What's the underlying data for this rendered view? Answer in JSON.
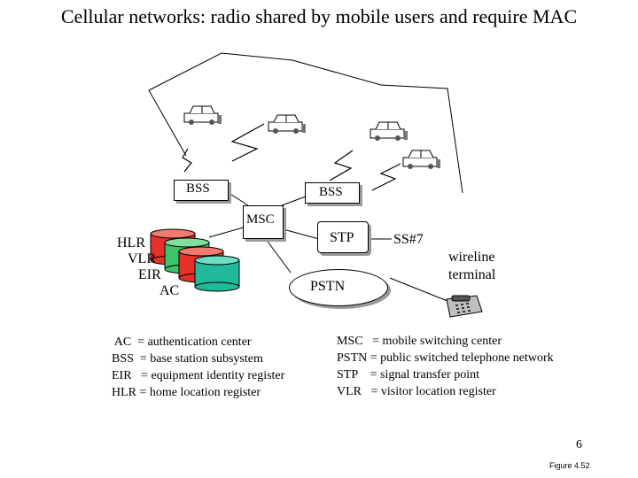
{
  "title": "Cellular networks: radio shared by mobile users and require MAC",
  "nodes": {
    "bss_left": "BSS",
    "bss_right": "BSS",
    "msc": "MSC",
    "stp": "STP",
    "ss7": "SS#7",
    "pstn": "PSTN",
    "wireline_line1": "wireline",
    "wireline_line2": "terminal",
    "hlr": "HLR",
    "vlr": "VLR",
    "eir": "EIR",
    "ac": "AC"
  },
  "legend_left": [
    " AC  = authentication center",
    "BSS  = base station subsystem",
    "EIR   = equipment identity register",
    "HLR = home location register"
  ],
  "legend_right": [
    "MSC   = mobile switching center",
    "PSTN = public switched telephone network",
    "STP    = signal transfer point",
    "VLR   = visitor location register"
  ],
  "page_number": "6",
  "figure_caption": "Figure 4.52",
  "colors": {
    "hlr_db": "#e8302a",
    "vlr_db": "#3cc46a",
    "eir_db": "#e8302a",
    "ac_db": "#22b89a"
  },
  "icons": [
    "car-icon",
    "antenna-icon",
    "radio-link-icon",
    "telephone-icon",
    "database-icon"
  ]
}
